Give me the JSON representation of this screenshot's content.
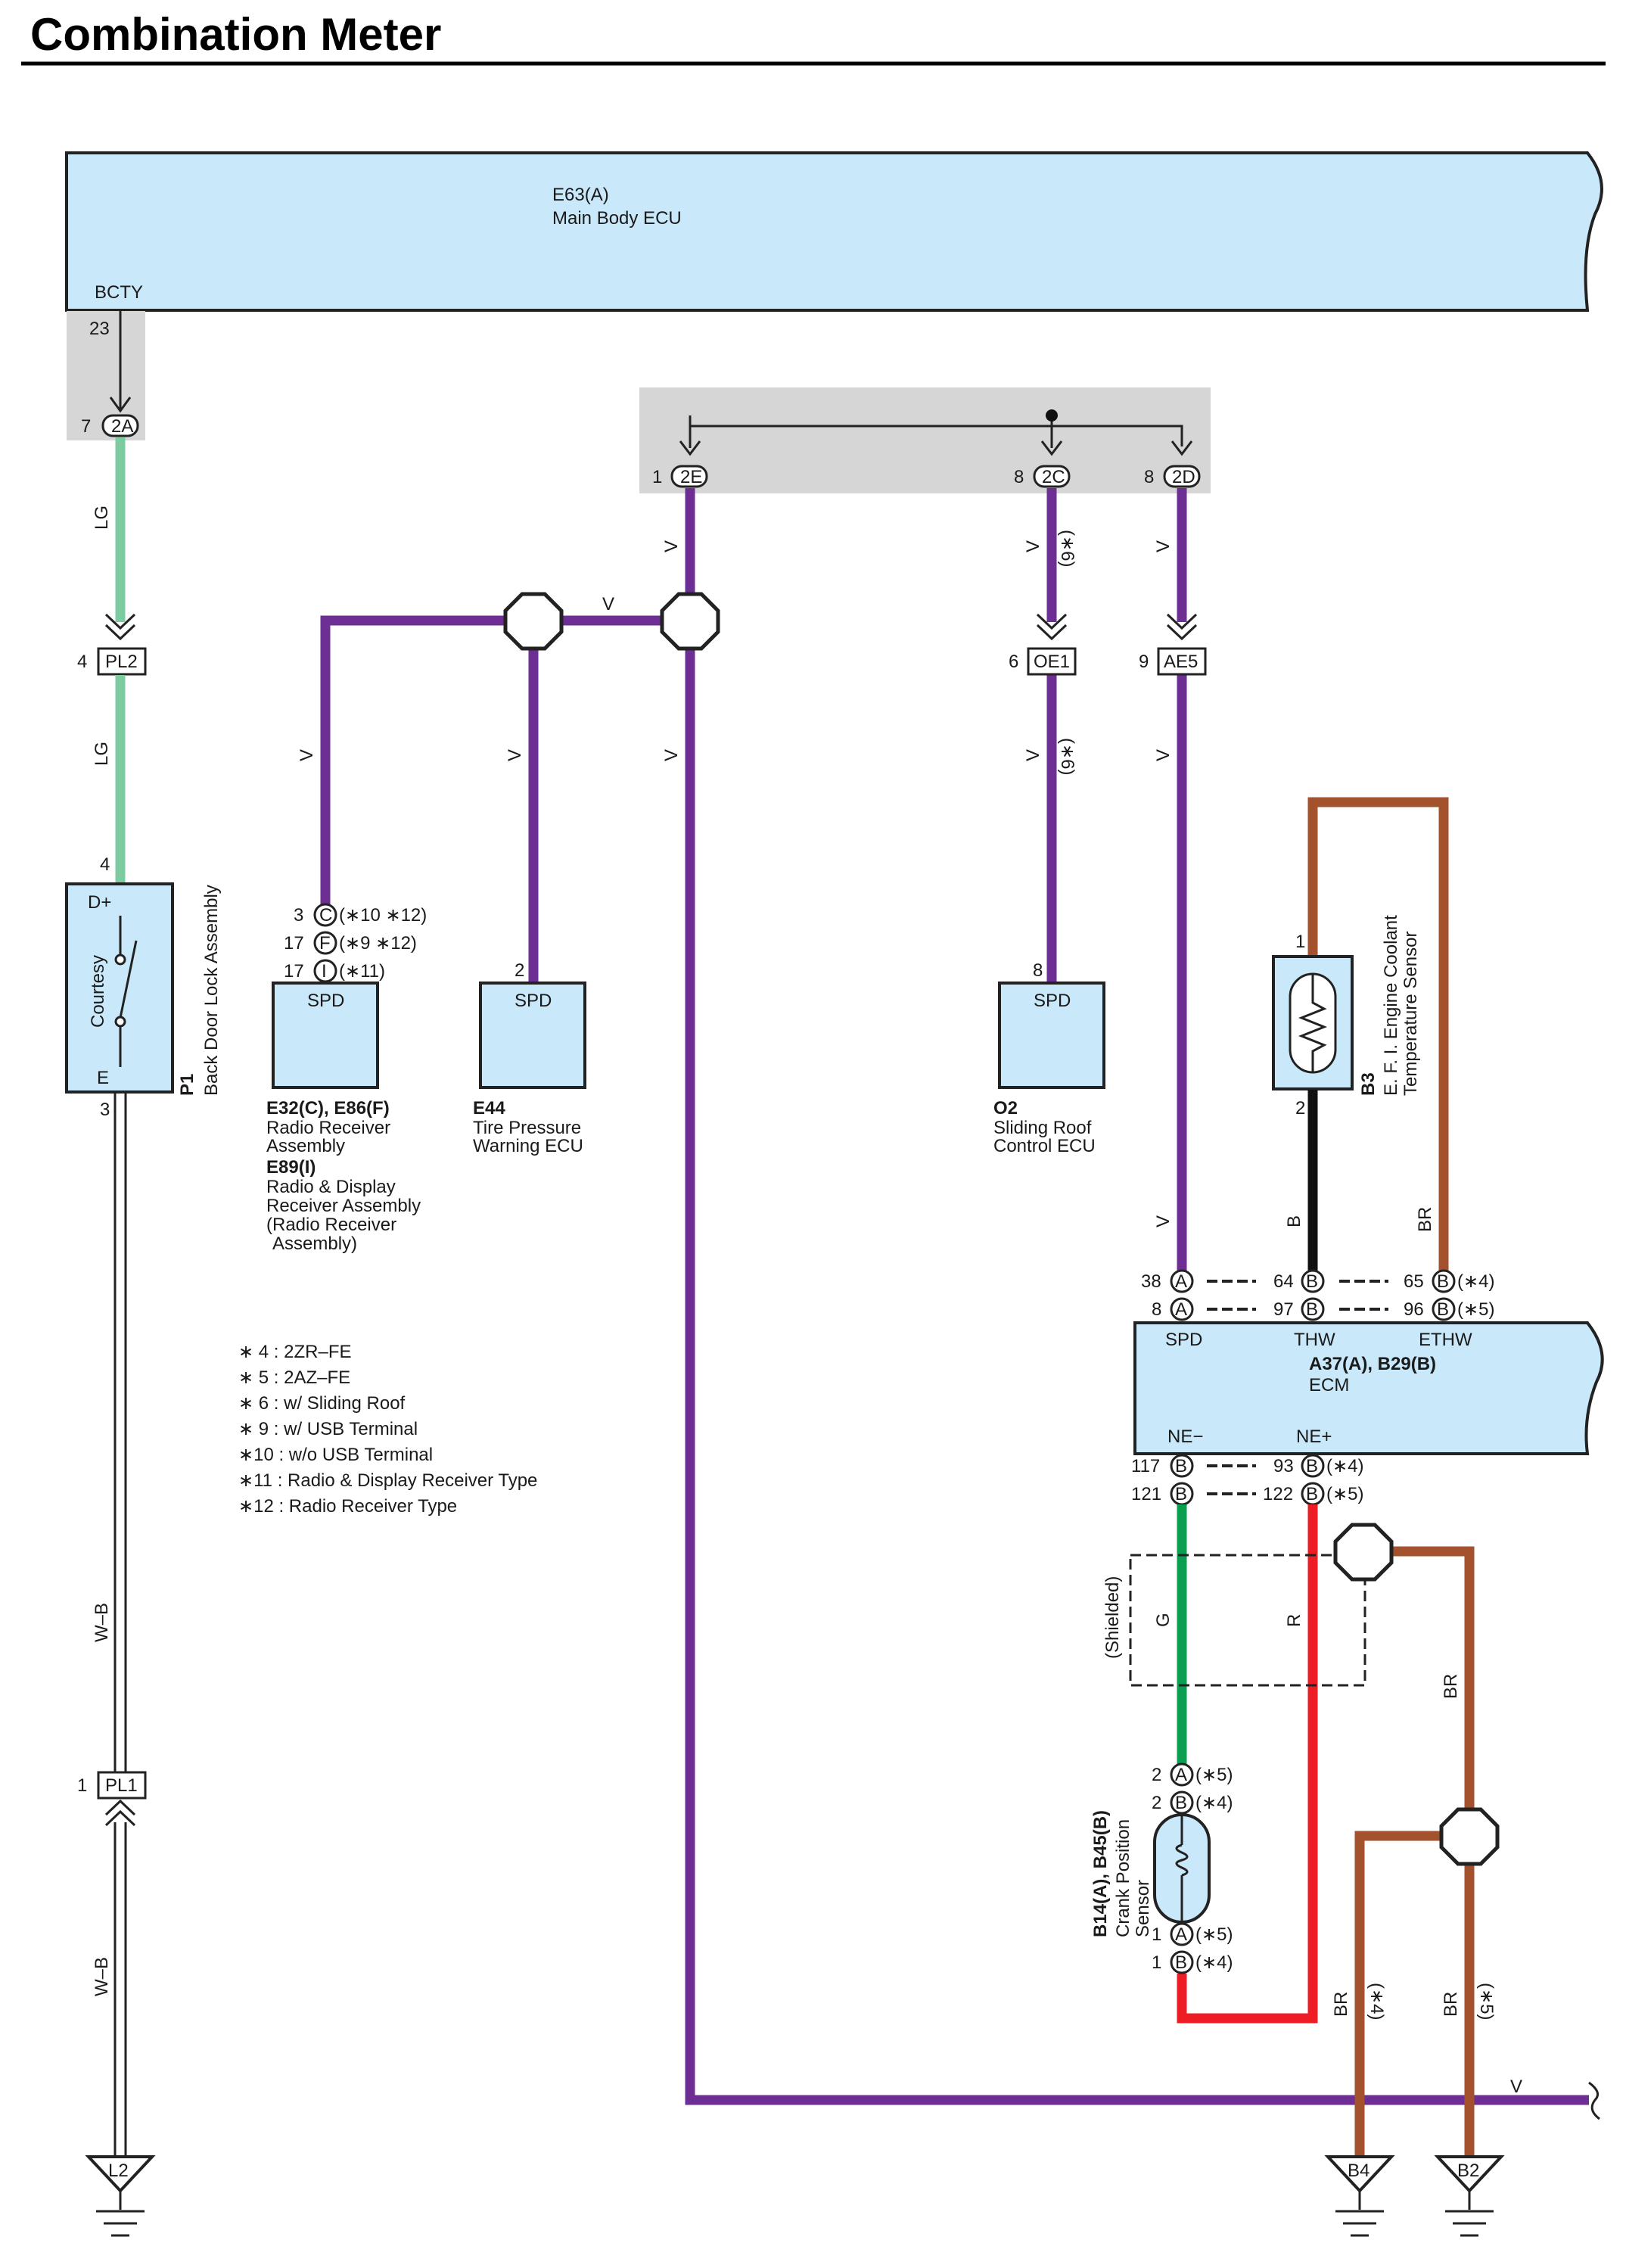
{
  "title": "Combination Meter",
  "ecu_main": {
    "code": "E63(A)",
    "name": "Main Body ECU",
    "terminal": "BCTY",
    "pin": "23"
  },
  "connectors": {
    "c2A": {
      "code": "2A",
      "pin": "7"
    },
    "c2E": {
      "code": "2E",
      "pin": "1"
    },
    "c2C": {
      "code": "2C",
      "pin": "8"
    },
    "c2D": {
      "code": "2D",
      "pin": "8"
    },
    "PL2": {
      "code": "PL2",
      "pin": "4"
    },
    "OE1": {
      "code": "OE1",
      "pin": "6"
    },
    "AE5": {
      "code": "AE5",
      "pin": "9"
    },
    "PL1": {
      "code": "PL1",
      "pin": "1"
    }
  },
  "wire_labels": {
    "lg": "LG",
    "v": "V",
    "wb": "W–B",
    "b": "B",
    "br": "BR",
    "g": "G",
    "r": "R"
  },
  "notes_inline": {
    "n6": "(∗6)",
    "n4": "(∗4)",
    "n5": "(∗5)",
    "shielded": "(Shielded)"
  },
  "switch": {
    "code": "P1",
    "name": "Back Door Lock Assembly",
    "inner": "Courtesy",
    "t_top": "D+",
    "t_bottom": "E",
    "pin_top": "4",
    "pin_bottom": "3"
  },
  "radio": {
    "terminal": "SPD",
    "pins": [
      {
        "num": "3",
        "conn": "C",
        "note": "(∗10 ∗12)"
      },
      {
        "num": "17",
        "conn": "F",
        "note": "(∗9 ∗12)"
      },
      {
        "num": "17",
        "conn": "I",
        "note": "(∗11)"
      }
    ],
    "code1": "E32(C), E86(F)",
    "name1a": "Radio Receiver",
    "name1b": "Assembly",
    "code2": "E89(I)",
    "name2a": "Radio & Display",
    "name2b": "Receiver Assembly",
    "name2c": "(Radio Receiver",
    "name2d": "Assembly)"
  },
  "tpms": {
    "terminal": "SPD",
    "pin": "2",
    "code": "E44",
    "name_a": "Tire Pressure",
    "name_b": "Warning ECU"
  },
  "sliding_roof": {
    "terminal": "SPD",
    "pin": "8",
    "code": "O2",
    "name_a": "Sliding Roof",
    "name_b": "Control ECU"
  },
  "coolant_sensor": {
    "code": "B3",
    "name_a": "E. F. I. Engine Coolant",
    "name_b": "Temperature Sensor",
    "pin_top": "1",
    "pin_bottom": "2"
  },
  "ecm": {
    "code": "A37(A), B29(B)",
    "name": "ECM",
    "t_spd": "SPD",
    "t_thw": "THW",
    "t_ethw": "ETHW",
    "t_ne_minus": "NE−",
    "t_ne_plus": "NE+",
    "top_pins": [
      {
        "a": "38",
        "ac": "A",
        "b": "64",
        "bc": "B",
        "c": "65",
        "cc": "B",
        "note": "(∗4)"
      },
      {
        "a": "8",
        "ac": "A",
        "b": "97",
        "bc": "B",
        "c": "96",
        "cc": "B",
        "note": "(∗5)"
      }
    ],
    "bottom_pins": [
      {
        "a": "117",
        "ac": "B",
        "b": "93",
        "bc": "B",
        "note": "(∗4)"
      },
      {
        "a": "121",
        "ac": "B",
        "b": "122",
        "bc": "B",
        "note": "(∗5)"
      }
    ]
  },
  "crank_sensor": {
    "code": "B14(A), B45(B)",
    "name_a": "Crank Position",
    "name_b": "Sensor",
    "top_pins": [
      {
        "num": "2",
        "conn": "A",
        "note": "(∗5)"
      },
      {
        "num": "2",
        "conn": "B",
        "note": "(∗4)"
      }
    ],
    "bottom_pins": [
      {
        "num": "1",
        "conn": "A",
        "note": "(∗5)"
      },
      {
        "num": "1",
        "conn": "B",
        "note": "(∗4)"
      }
    ]
  },
  "grounds": {
    "L2": "L2",
    "B4": "B4",
    "B2": "B2"
  },
  "legend": [
    "∗ 4 : 2ZR–FE",
    "∗ 5 : 2AZ–FE",
    "∗ 6 : w/ Sliding Roof",
    "∗ 9 : w/ USB Terminal",
    "∗10 : w/o USB Terminal",
    "∗11 : Radio & Display Receiver Type",
    "∗12 : Radio Receiver Type"
  ],
  "colors": {
    "box": "#c9e8fa",
    "violet": "#6d2f94",
    "light_green": "#7dcca0",
    "brown": "#a3522d",
    "green": "#0aa050",
    "red": "#ee1c24",
    "black": "#111111"
  }
}
